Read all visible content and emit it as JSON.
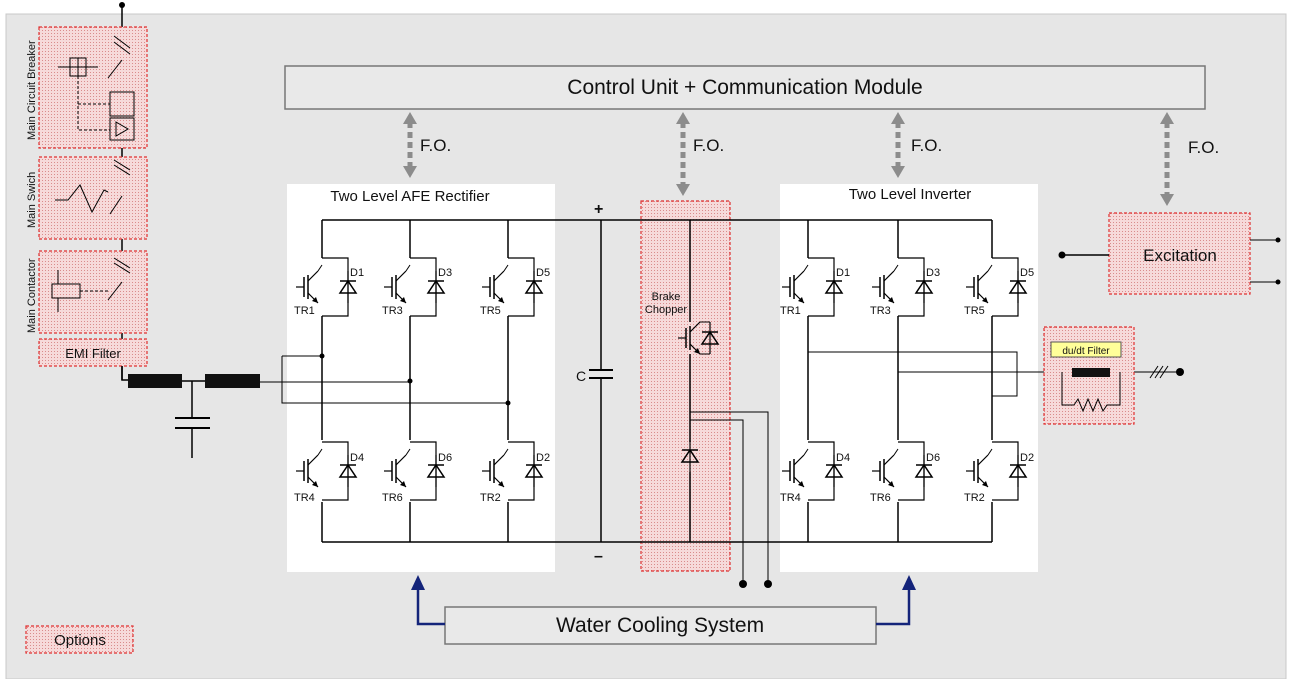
{
  "control_unit": {
    "label": "Control Unit  + Communication Module"
  },
  "fiber_optic": {
    "label": "F.O."
  },
  "rectifier": {
    "title": "Two Level AFE Rectifier"
  },
  "inverter": {
    "title": "Two Level Inverter"
  },
  "dc_link": {
    "plus": "+",
    "minus": "–",
    "capacitor": "C"
  },
  "brake_chopper": {
    "line1": "Brake",
    "line2": "Chopper"
  },
  "excitation": {
    "label": "Excitation"
  },
  "dudt_filter": {
    "label": "du/dt Filter"
  },
  "water_cooling": {
    "label": "Water Cooling System"
  },
  "options_legend": {
    "label": "Options"
  },
  "input_section": {
    "main_circuit_breaker": "Main Circuit Breaker",
    "main_switch": "Main Swich",
    "main_contactor": "Main Contactor",
    "emi_filter": "EMI Filter"
  },
  "transistors_top": [
    "TR1",
    "TR3",
    "TR5"
  ],
  "diodes_top": [
    "D1",
    "D3",
    "D5"
  ],
  "transistors_bottom": [
    "TR4",
    "TR6",
    "TR2"
  ],
  "diodes_bottom": [
    "D4",
    "D6",
    "D2"
  ],
  "colors": {
    "background": "#e6e6e6",
    "option_fill": "#f2c5c5",
    "option_border": "#e03030",
    "box_fill": "#e9e9e9",
    "wire": "#000000",
    "fo_arrow": "#8c8c8c",
    "cooling_arrow": "#14247a",
    "dudt_label_fill": "#ffff99"
  }
}
